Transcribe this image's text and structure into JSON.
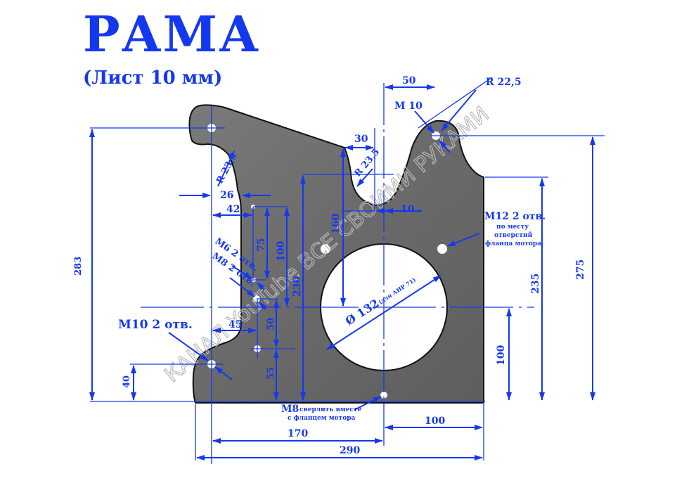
{
  "header": {
    "title": "РАМА",
    "subtitle": "(Лист 10 мм)"
  },
  "watermark": "КАНАЛ YouTube ВСЕ СВОИМИ РУКАМИ",
  "colors": {
    "dimension": "#1438f0",
    "plate": "#6e6e6e",
    "outline": "#111111",
    "hole": "#ffffff"
  },
  "dimensions": {
    "top_50": "50",
    "r_22_5": "R 22,5",
    "m10_top": "M 10",
    "top_30": "30",
    "r_23_5_notch": "R 23,5",
    "r_23_5_left": "R 23,5",
    "d26": "26",
    "d42": "42",
    "d10": "10",
    "d160": "160",
    "d75": "75",
    "d100_left": "100",
    "d230": "230",
    "d45": "45",
    "d50": "50",
    "d55": "55",
    "d40": "40",
    "d283": "283",
    "d235": "235",
    "d275": "275",
    "d100_right": "100",
    "d100_bottom": "100",
    "d170": "170",
    "d290": "290"
  },
  "callouts": {
    "m6": "M6  2 отв.",
    "m8": "M8 2 отв.",
    "m10_left": "M10  2 отв.",
    "m12_title": "M12  2 отв.",
    "m12_line1": "по месту",
    "m12_line2": "отверстий",
    "m12_line3": "фланца мотора",
    "diameter": "Ø 132",
    "diameter_note": "(для АИР 71)",
    "m8_bottom": "M8",
    "m8_bottom_note1": "сверлить вместе",
    "m8_bottom_note2": "с фланцем мотора"
  }
}
